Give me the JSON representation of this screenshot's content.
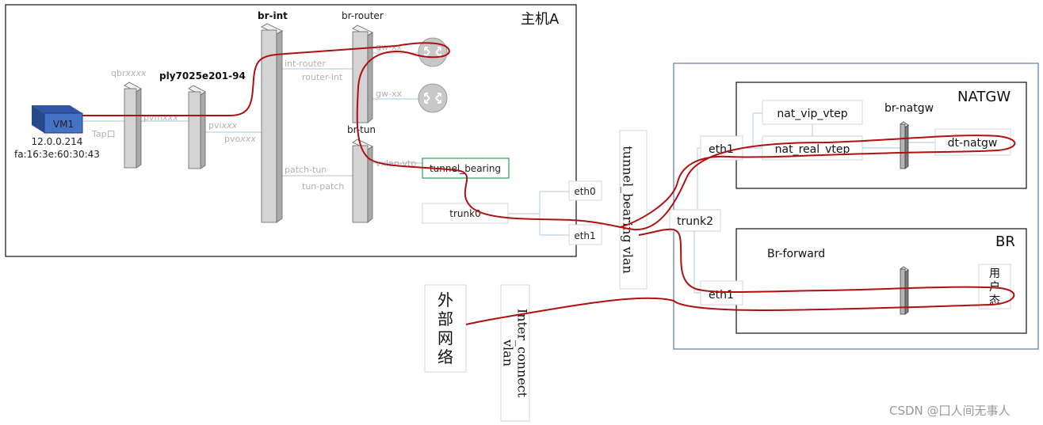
{
  "hostA": {
    "title": "主机A",
    "vm": {
      "name": "VM1",
      "ip": "12.0.0.214",
      "mac": "fa:16:3e:60:30:43"
    },
    "qbr": {
      "prefix": "qbr",
      "suffix": "xxxx"
    },
    "tap": "Tap口",
    "pvm": {
      "prefix": "pvm",
      "suffix": "xxx"
    },
    "ply": "ply7025e201-94",
    "pvi": {
      "prefix": "pvi",
      "suffix": "xxx"
    },
    "pvo": {
      "prefix": "pvo",
      "suffix": "xxx"
    },
    "br_int": "br-int",
    "br_router": "br-router",
    "int_router": "int-router",
    "router_int": "router-int",
    "gw1": "gw-xx",
    "gw2": "gw-xx",
    "br_tun": "br-tun",
    "patch_tun": "patch-tun",
    "tun_patch": "tun-patch",
    "vxlan_vtp": "vxlan-vtp",
    "tunnel_bearing": "tunnel_bearing",
    "trunk0": "trunk0",
    "eth0": "eth0",
    "eth1": "eth1"
  },
  "tunnel_vlan": "tunnel_bearing vlan",
  "outer": {
    "natgw": {
      "title": "NATGW",
      "nat_vip_vtep": "nat_vip_vtep",
      "br_natgw": "br-natgw",
      "nat_real_vtep": "nat_real_vtep",
      "dt_natgw": "dt-natgw",
      "eth1": "eth1"
    },
    "trunk2": "trunk2",
    "br": {
      "title": "BR",
      "br_forward": "Br-forward",
      "eth1": "eth1",
      "user_mode": [
        "用",
        "户",
        "态"
      ]
    }
  },
  "external": {
    "chars": [
      "外",
      "部",
      "网",
      "络"
    ]
  },
  "interconnect": {
    "line1": "Inter_connect",
    "line2": "vlan"
  },
  "watermark": "CSDN @囗人间无事人",
  "colors": {
    "vm_fill": "#4472c4",
    "path": "#b01010",
    "connector": "#b9d3e8",
    "tunnel_border": "#2e9e5e",
    "outer_border": "#5b7fa6"
  }
}
